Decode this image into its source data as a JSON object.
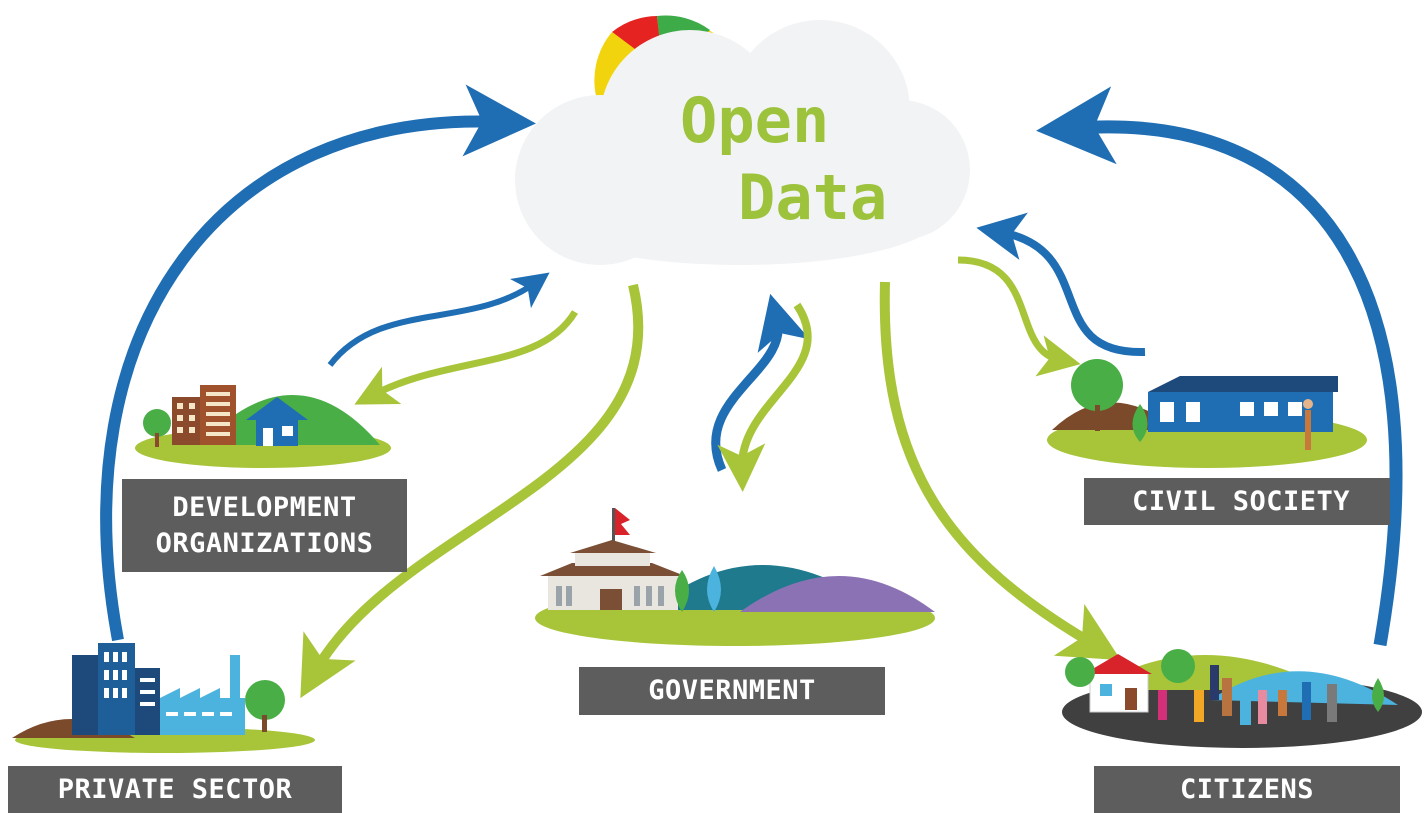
{
  "center": {
    "line1": "Open",
    "line2": "Data"
  },
  "nodes": {
    "development": {
      "line1": "DEVELOPMENT",
      "line2": "ORGANIZATIONS"
    },
    "private": "PRIVATE SECTOR",
    "government": "GOVERNMENT",
    "civil": "CIVIL SOCIETY",
    "citizens": "CITIZENS"
  },
  "colors": {
    "blue_arrow": "#1f6eb4",
    "green_arrow": "#a8c53a",
    "label_bg": "#5d5d5d",
    "cloud": "#f2f3f4",
    "text_green": "#9dc23c",
    "gauge_red": "#e52320",
    "gauge_green": "#3dab48",
    "gauge_yellow": "#f2d40e"
  }
}
